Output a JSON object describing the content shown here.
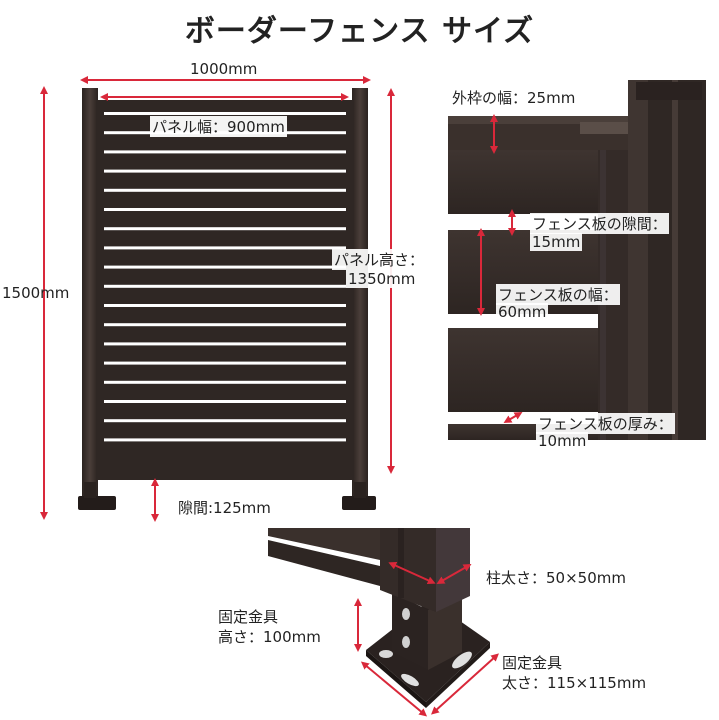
{
  "title": "ボーダーフェンス サイズ",
  "colors": {
    "fence": "#3a302c",
    "fence_dark": "#2a221f",
    "accent": "#d9283a"
  },
  "labels": {
    "overall_width": "1000mm",
    "panel_width": "パネル幅：900mm",
    "overall_height": "1500mm",
    "panel_height_1": "パネル高さ：",
    "panel_height_2": "1350mm",
    "gap_bottom": "隙間:125mm",
    "frame_width": "外枠の幅：25mm",
    "board_gap_1": "フェンス板の隙間：",
    "board_gap_2": "15mm",
    "board_width_1": "フェンス板の幅：",
    "board_width_2": "60mm",
    "board_thickness_1": "フェンス板の厚み：",
    "board_thickness_2": "10mm",
    "post_size": "柱太さ：50×50mm",
    "bracket_height_1": "固定金具",
    "bracket_height_2": "高さ：100mm",
    "bracket_size_1": "固定金具",
    "bracket_size_2": "太さ：115×115mm"
  }
}
